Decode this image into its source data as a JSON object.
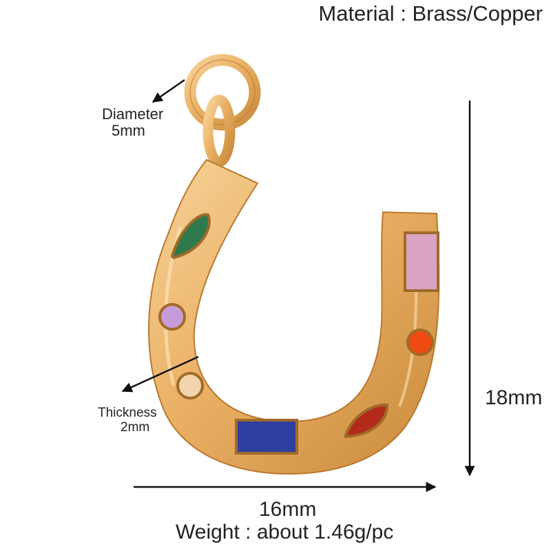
{
  "material": "Material : Brass/Copper",
  "diameter": {
    "label": "Diameter",
    "value": "5mm"
  },
  "thickness": {
    "label": "Thickness",
    "value": "2mm"
  },
  "height": "18mm",
  "width": "16mm",
  "weight": "Weight : about 1.46g/pc",
  "colors": {
    "gold": "#e9ad5c",
    "gold_light": "#f6cd8c",
    "gold_dark": "#b8782d",
    "stone_green": "#2e7a4d",
    "stone_lilac": "#c79ad8",
    "stone_champagne": "#f2d4ae",
    "stone_blue": "#2f3fa0",
    "stone_red": "#b22a1a",
    "stone_orange": "#ef4a10",
    "stone_pink": "#d9a4c2"
  }
}
